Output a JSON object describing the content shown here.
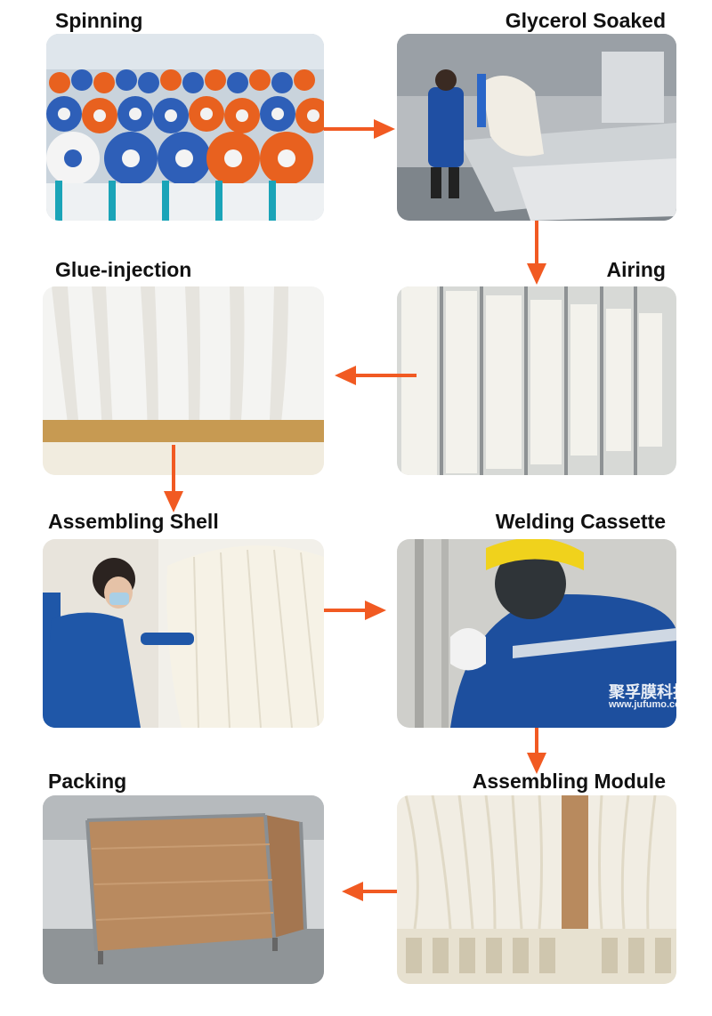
{
  "accent_color": "#f15a22",
  "steps": [
    {
      "id": "spinning",
      "label": "Spinning"
    },
    {
      "id": "glycerol-soaked",
      "label": "Glycerol Soaked"
    },
    {
      "id": "airing",
      "label": "Airing"
    },
    {
      "id": "glue-injection",
      "label": "Glue-injection"
    },
    {
      "id": "assembling-shell",
      "label": "Assembling Shell"
    },
    {
      "id": "welding-cassette",
      "label": "Welding Cassette"
    },
    {
      "id": "assembling-module",
      "label": "Assembling Module"
    },
    {
      "id": "packing",
      "label": "Packing"
    }
  ],
  "photo_text": {
    "brand_cn": "聚孚膜科技",
    "brand_url": "www.jufumo.com"
  }
}
